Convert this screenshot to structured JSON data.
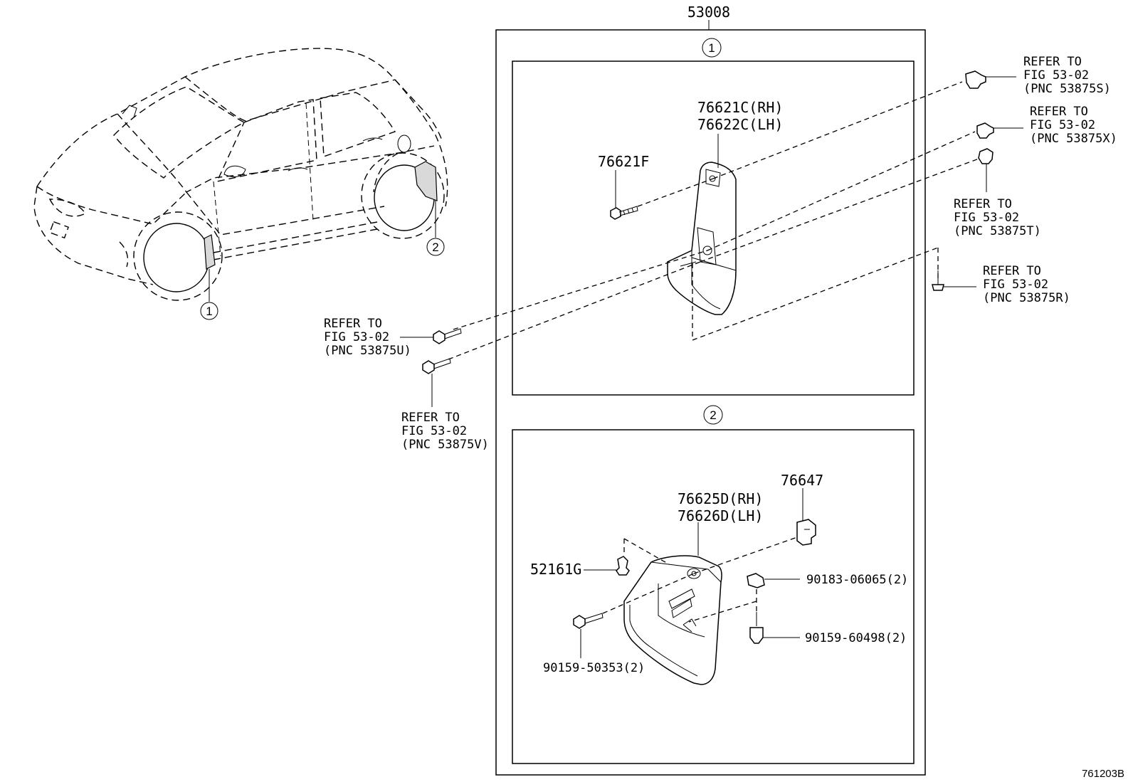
{
  "assembly_number": "53008",
  "diagram_id": "761203B",
  "views": [
    {
      "number": "1"
    },
    {
      "number": "2"
    }
  ],
  "view1": {
    "flap_rh": "76621C(RH)",
    "flap_lh": "76622C(LH)",
    "screw": "76621F"
  },
  "view2": {
    "flap_rh": "76625D(RH)",
    "flap_lh": "76626D(LH)",
    "bracket": "76647",
    "clip": "52161G",
    "nut": "90183-06065(2)",
    "screw_right": "90159-60498(2)",
    "screw_left": "90159-50353(2)"
  },
  "refs": [
    {
      "line1": "REFER TO",
      "line2": "FIG 53-02",
      "line3": "(PNC 53875S)"
    },
    {
      "line1": "REFER TO",
      "line2": "FIG 53-02",
      "line3": "(PNC 53875X)"
    },
    {
      "line1": "REFER TO",
      "line2": "FIG 53-02",
      "line3": "(PNC 53875T)"
    },
    {
      "line1": "REFER TO",
      "line2": "FIG 53-02",
      "line3": "(PNC 53875R)"
    },
    {
      "line1": "REFER TO",
      "line2": "FIG 53-02",
      "line3": "(PNC 53875U)"
    },
    {
      "line1": "REFER TO",
      "line2": "FIG 53-02",
      "line3": "(PNC 53875V)"
    }
  ],
  "car_callouts": [
    {
      "number": "1"
    },
    {
      "number": "2"
    }
  ],
  "icons": [
    "car-illustration",
    "mud-flap-front",
    "mud-flap-rear",
    "clip-fastener",
    "screw-fastener",
    "nut-fastener",
    "bracket"
  ]
}
